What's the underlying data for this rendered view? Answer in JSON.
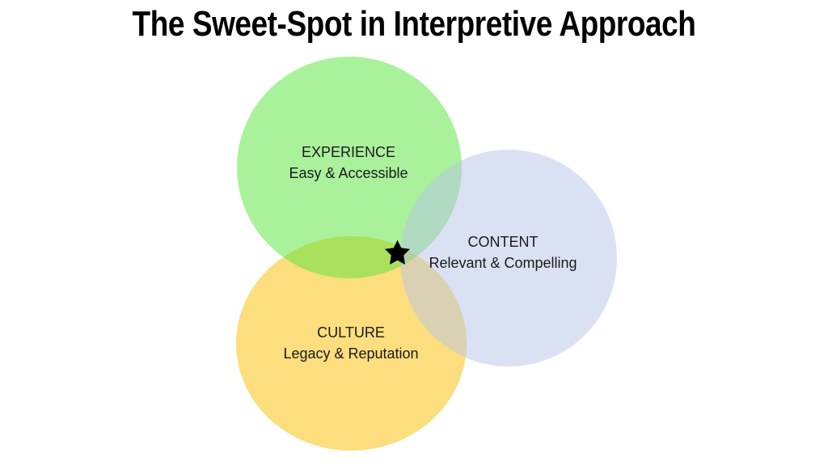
{
  "slide": {
    "title": "The Sweet-Spot in Interpretive Approach",
    "background_color": "#FFFFFF",
    "title_color": "#000000"
  },
  "venn": {
    "type": "venn-3-circle",
    "text_color": "#1A1A1A",
    "circles": [
      {
        "name": "experience",
        "label": "EXPERIENCE",
        "tagline": "Easy & Accessible",
        "fill": "rgba(85,227,57,0.5)",
        "apparent_color": "#AAF19C"
      },
      {
        "name": "content",
        "label": "CONTENT",
        "tagline": "Relevant & Compelling",
        "fill": "rgba(181,195,229,0.5)",
        "apparent_color": "#DAE1F2"
      },
      {
        "name": "culture",
        "label": "CULTURE",
        "tagline": "Legacy & Reputation",
        "fill": "rgba(249,189,0,0.5)",
        "apparent_color": "#FCDE7F"
      }
    ],
    "overlap_colors": {
      "experience_culture": "#ABE15C",
      "experience_content": "#AFDDBB",
      "culture_content": "#D9D2A8"
    },
    "marker": {
      "name": "sweet-spot-star",
      "glyph": "★",
      "color": "#000000"
    }
  }
}
